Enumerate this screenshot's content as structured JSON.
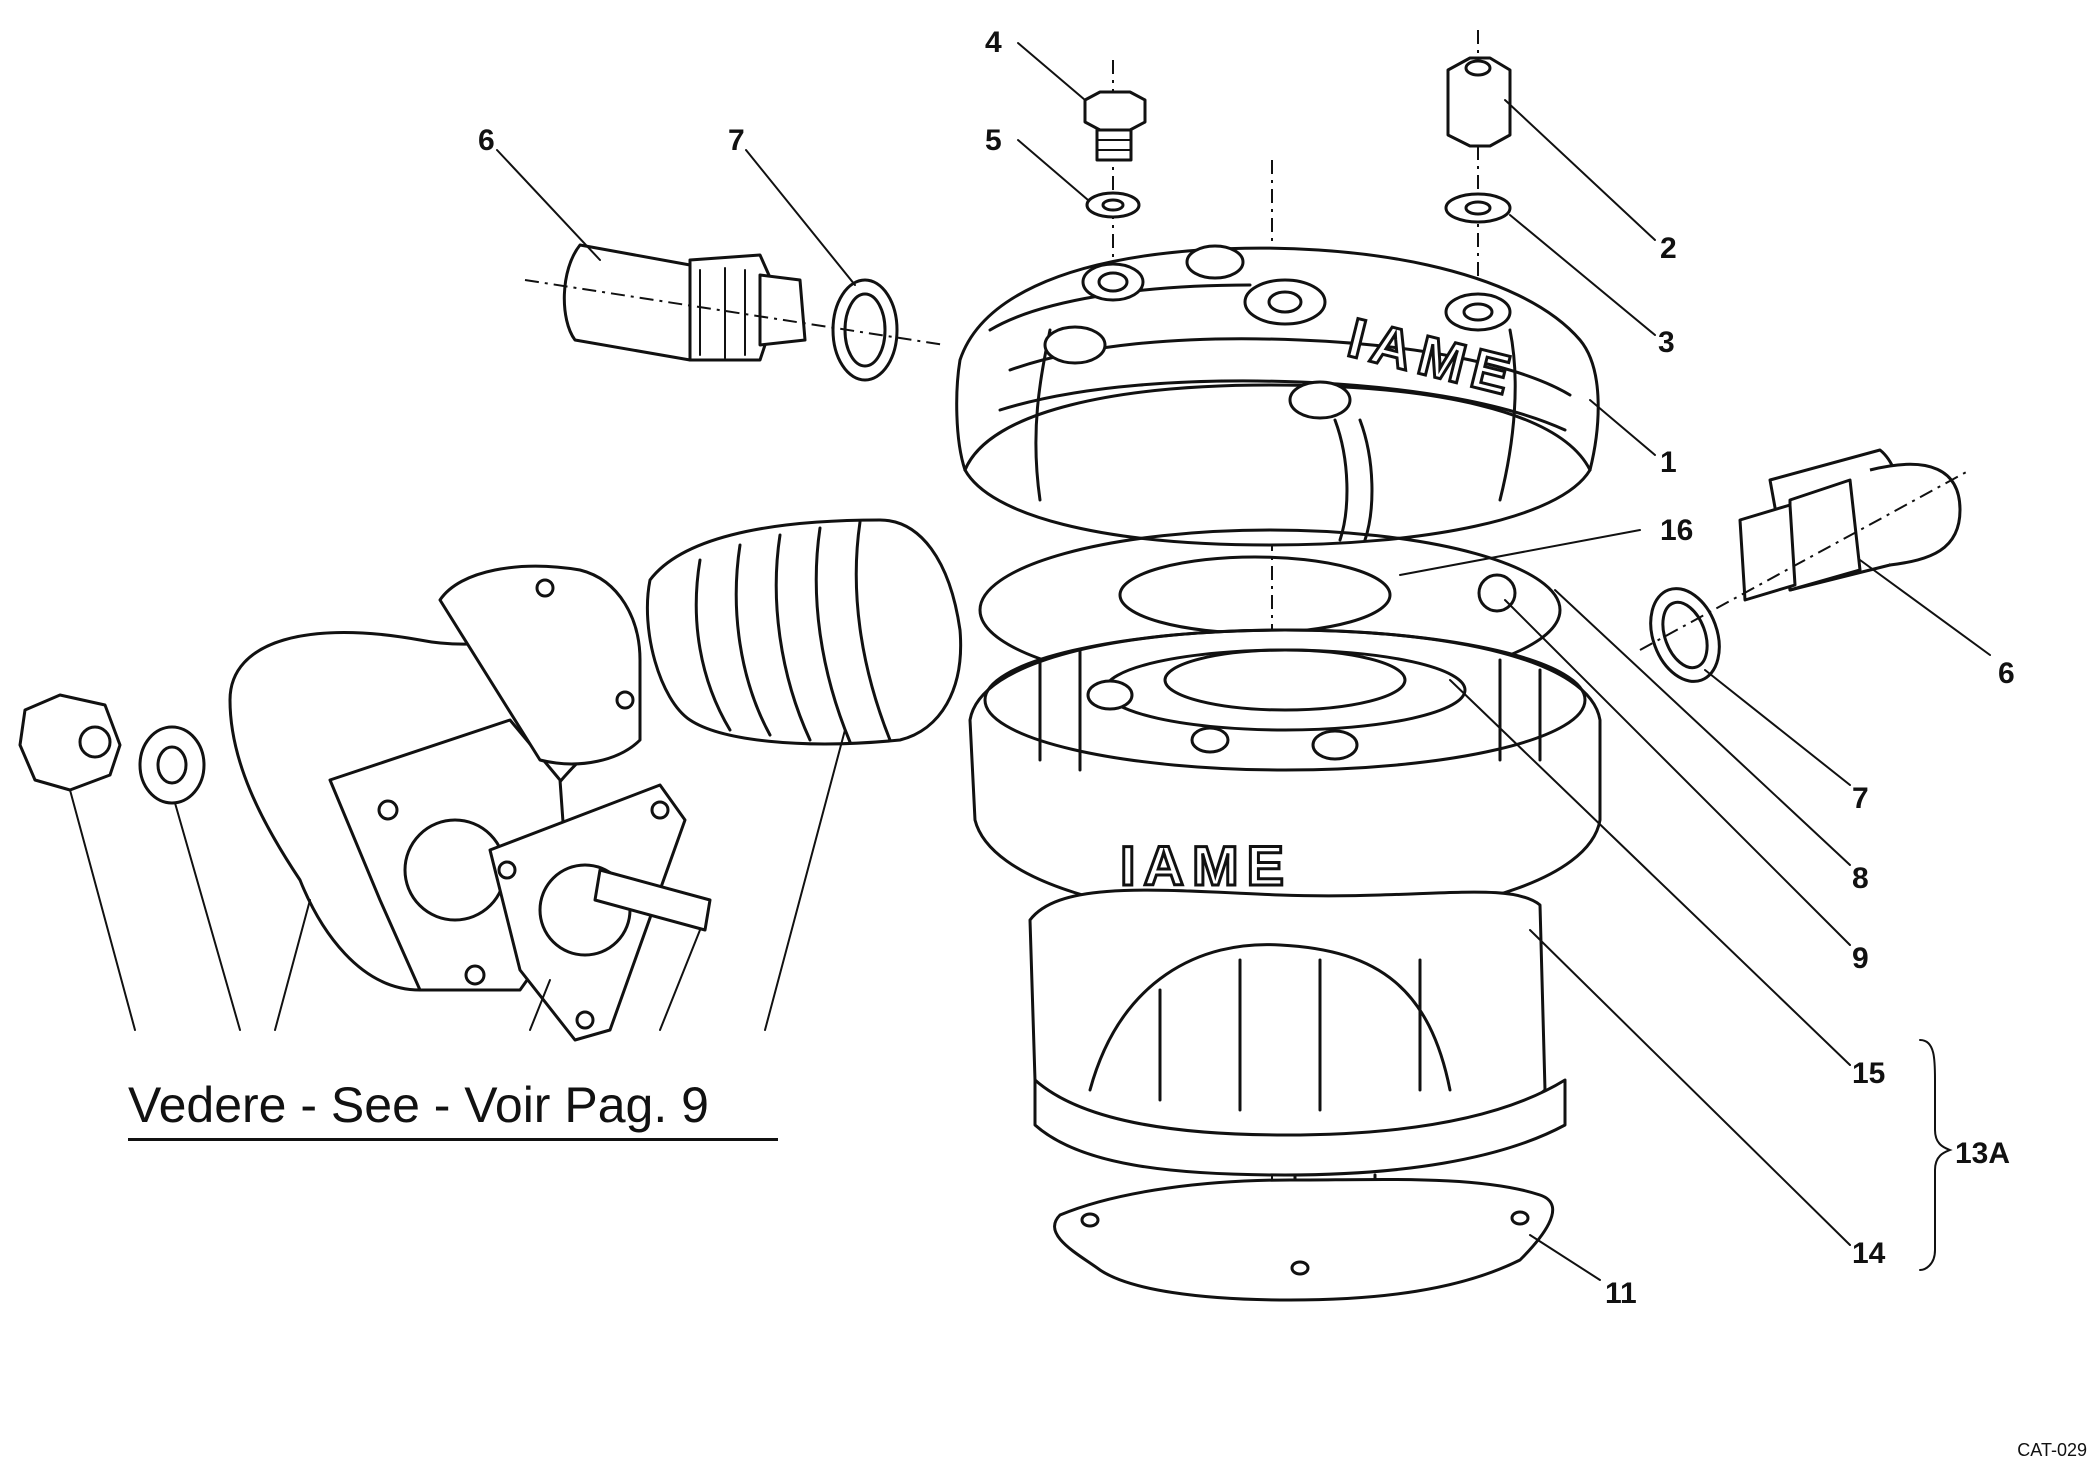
{
  "callouts": {
    "c1": "1",
    "c2": "2",
    "c3": "3",
    "c4": "4",
    "c5": "5",
    "c6_left": "6",
    "c6_right": "6",
    "c7_left": "7",
    "c7_right": "7",
    "c8": "8",
    "c9": "9",
    "c11": "11",
    "c13a": "13A",
    "c14": "14",
    "c15": "15",
    "c16": "16"
  },
  "brand": {
    "head": "IAME",
    "cylinder": "IAME"
  },
  "reference_note": "Vedere - See - Voir  Pag. 9",
  "catalog_code": "CAT-029"
}
